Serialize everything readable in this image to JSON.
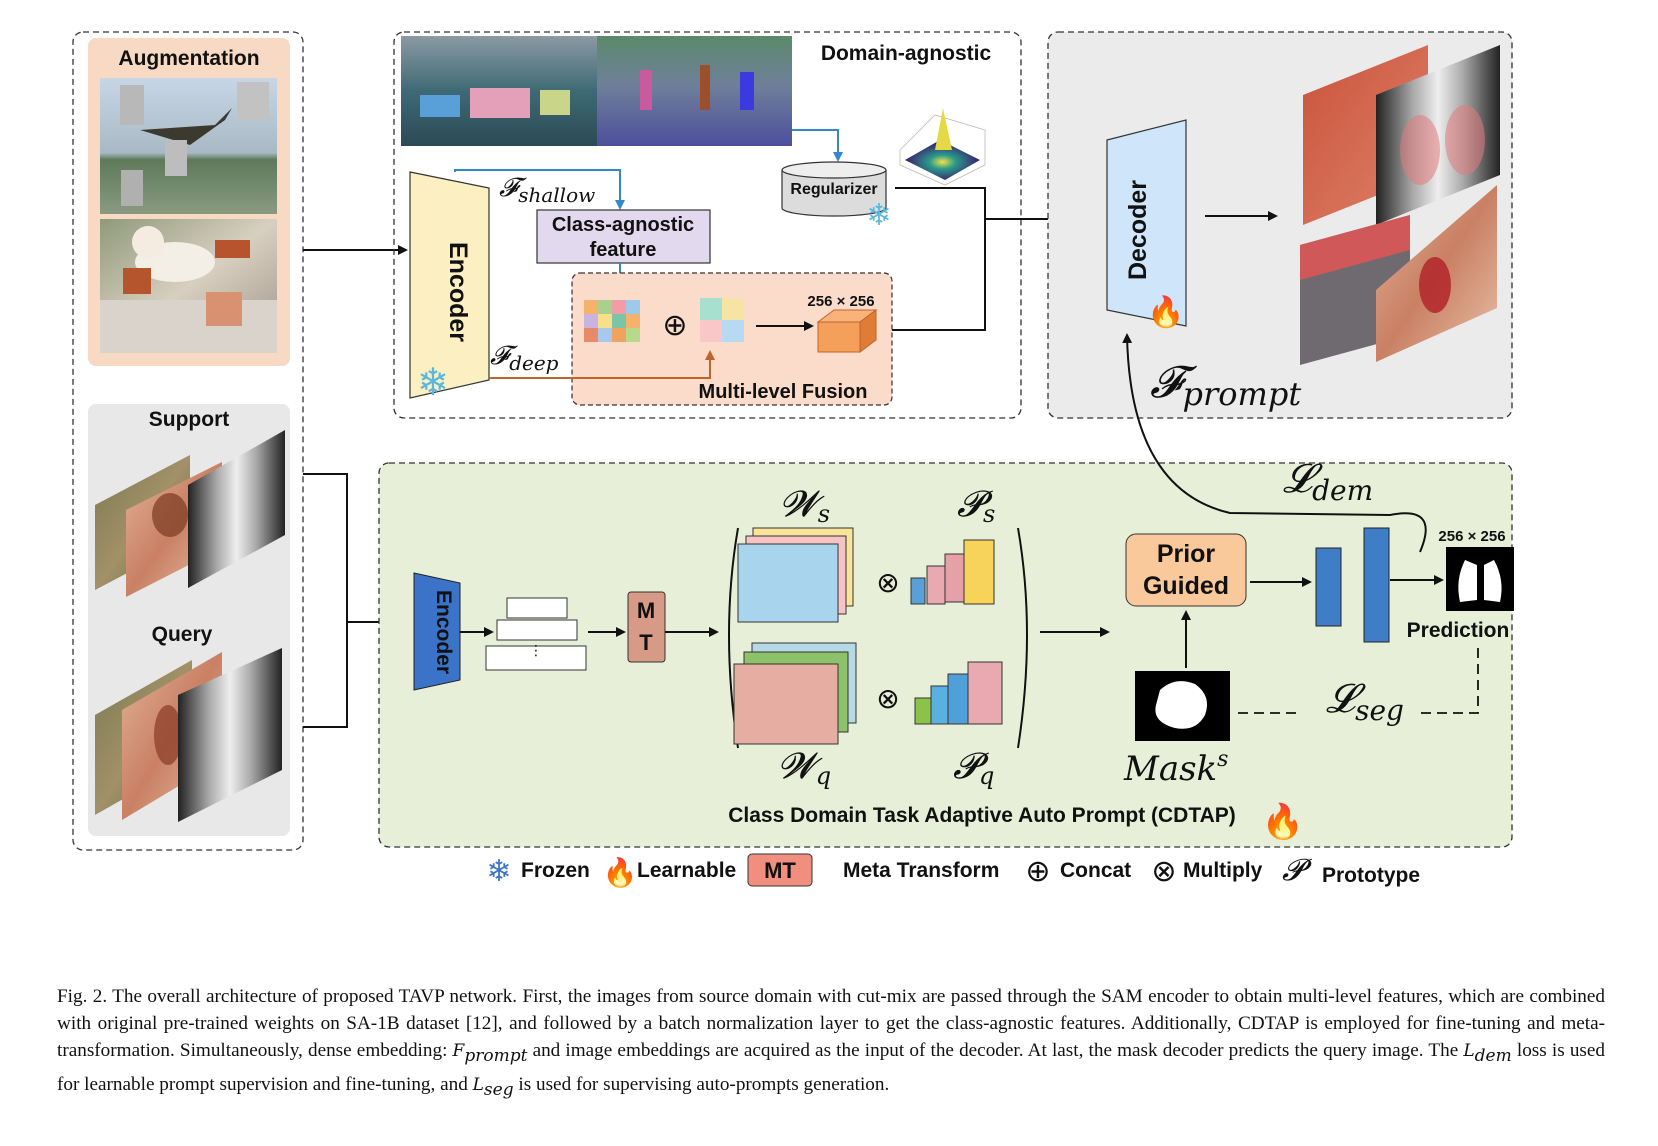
{
  "augmentation": {
    "title": "Augmentation"
  },
  "support": {
    "title": "Support"
  },
  "query": {
    "title": "Query"
  },
  "domain_agnostic": {
    "title": "Domain-agnostic",
    "encoder_label": "Encoder",
    "f_shallow": "𝓕",
    "f_shallow_sub": "shallow",
    "f_deep": "𝓕",
    "f_deep_sub": "deep",
    "class_agnostic_line1": "Class-agnostic",
    "class_agnostic_line2": "feature",
    "regularizer": "Regularizer",
    "size_label": "256 × 256",
    "fusion_title": "Multi-level Fusion"
  },
  "decoder_panel": {
    "decoder_label": "Decoder",
    "f_prompt": "𝓕",
    "f_prompt_sub": "prompt"
  },
  "cdtap": {
    "title": "Class Domain Task Adaptive Auto Prompt (CDTAP)",
    "encoder_label": "Encoder",
    "mt_line1": "M",
    "mt_line2": "T",
    "w_s": "𝓦",
    "w_s_sub": "s",
    "p_s": "𝓟",
    "p_s_sub": "s",
    "w_q": "𝓦",
    "w_q_sub": "q",
    "p_q": "𝓟",
    "p_q_sub": "q",
    "prior_line1": "Prior",
    "prior_line2": "Guided",
    "mask": "Mask",
    "mask_sup": "s",
    "l_dem": "𝓛",
    "l_dem_sub": "dem",
    "l_seg": "𝓛",
    "l_seg_sub": "seg",
    "pred_size": "256 × 256",
    "prediction": "Prediction"
  },
  "legend": {
    "frozen": "Frozen",
    "learnable": "Learnable",
    "mt_badge": "MT",
    "meta_transform": "Meta Transform",
    "concat": "Concat",
    "multiply": "Multiply",
    "prototype_symbol": "𝓟",
    "prototype": "Prototype"
  },
  "caption": {
    "part1": "Fig. 2.  The overall architecture of proposed TAVP network. First, the images from source domain with cut-mix are passed through the SAM encoder to obtain multi-level features, which are combined with original pre-trained weights on SA-1B dataset [12], and followed by a batch normalization layer to get the class-agnostic features. Additionally, CDTAP is employed for fine-tuning and meta-transformation. Simultaneously, dense embedding: ",
    "f_sym": "F",
    "f_sub": "prompt",
    "part2": " and image embeddings are acquired as the input of the decoder. At last, the mask decoder predicts the query image. The ",
    "l_sym": "L",
    "l_sub": "dem",
    "part3": " loss is used for learnable prompt supervision and fine-tuning, and ",
    "l2_sym": "L",
    "l2_sub": "seg",
    "part4": " is used for supervising auto-prompts generation."
  },
  "colors": {
    "augmentation_bg": "#f7d9c4",
    "support_query_bg": "#e8e8e8",
    "decoder_panel_bg": "#ebebeb",
    "cdtap_bg": "#e8efd9",
    "encoder_fill": "#fcefc2",
    "decoder_fill": "#cfe6fa",
    "fusion_bg": "#fbdcca",
    "class_agnostic_fill": "#e2d9ef",
    "cdtap_encoder": "#3a73c8",
    "mt_fill": "#d69a87",
    "prior_fill": "#f9c89b",
    "bar_fill": "#3f7dc7",
    "arrow_orange": "#c0652a",
    "arrow_blue": "#3388cc"
  }
}
